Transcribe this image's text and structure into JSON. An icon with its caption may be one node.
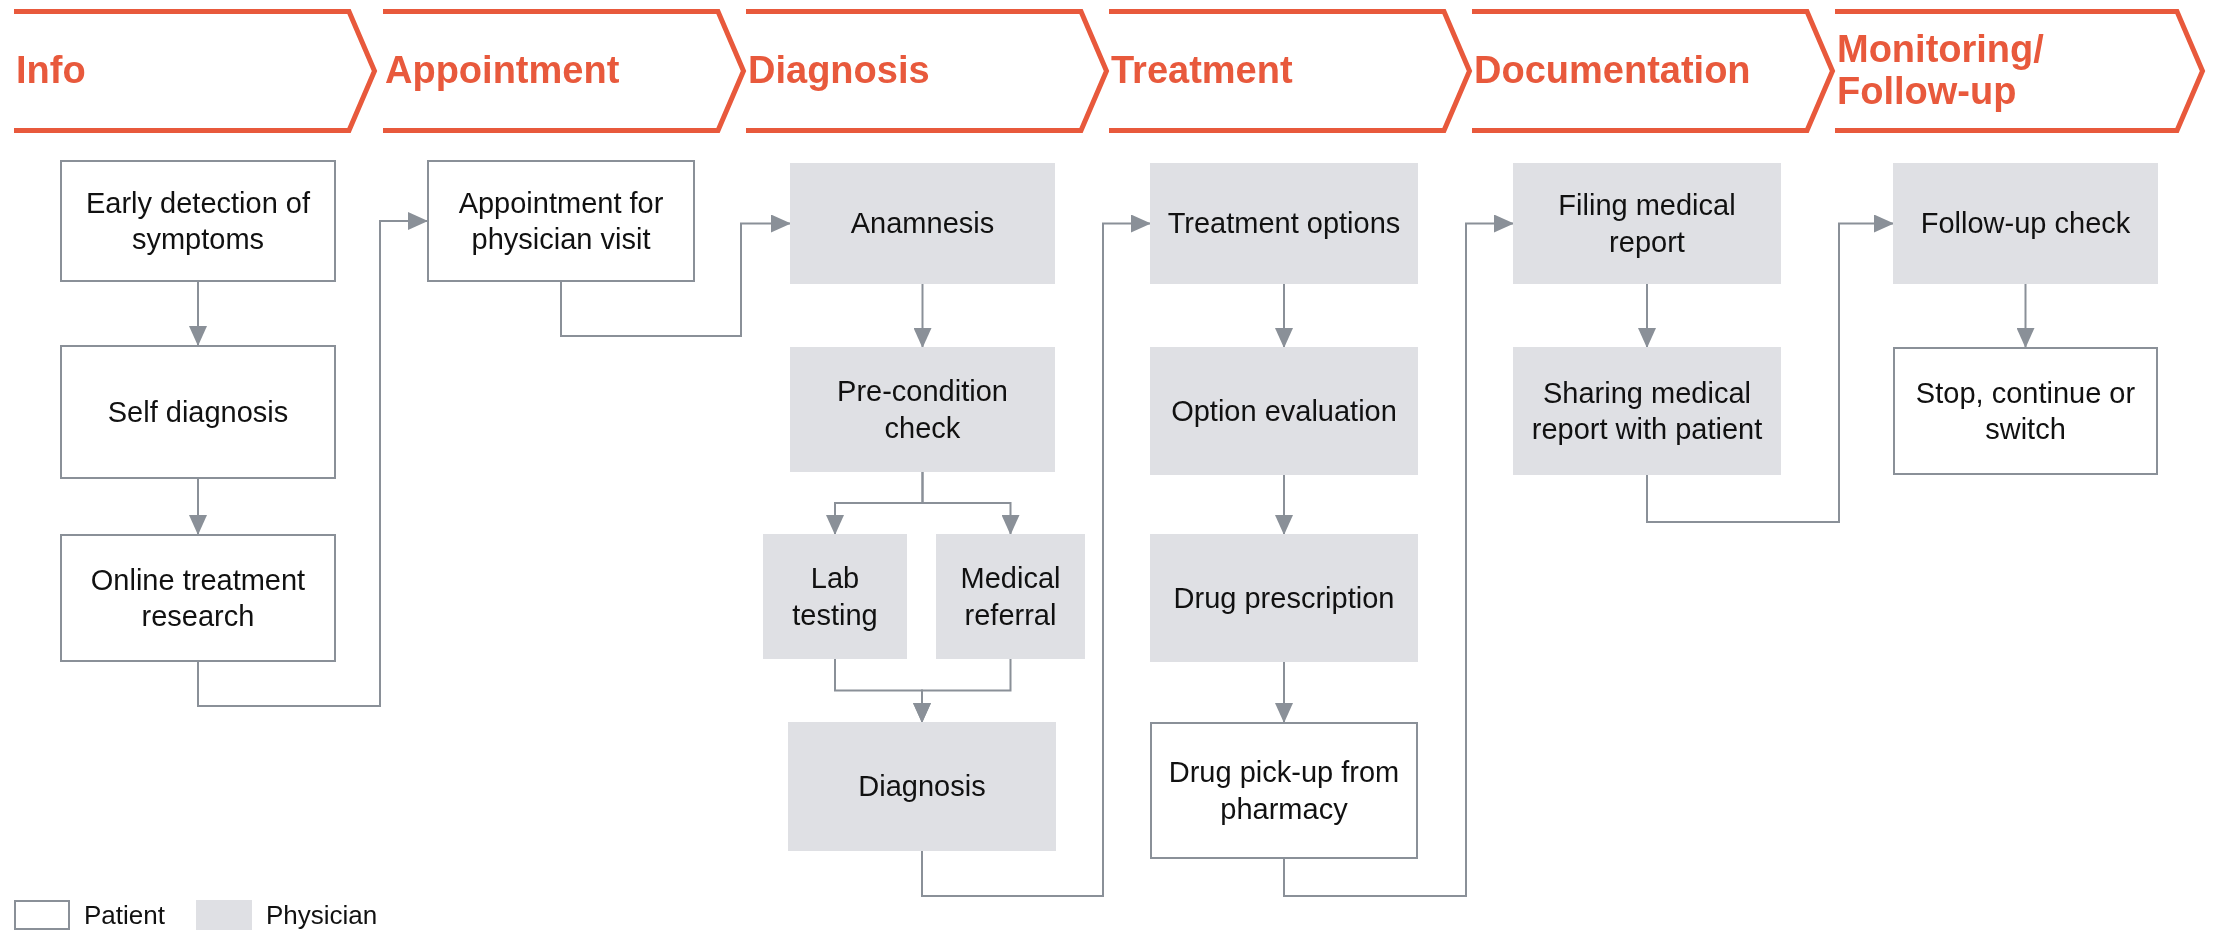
{
  "diagram": {
    "nodes": [
      {
        "text": [
          "Info"
        ]
      },
      {
        "text": [
          "Appointment"
        ]
      },
      {
        "text": [
          "Diagnosis"
        ]
      },
      {
        "text": [
          "Treatment"
        ]
      },
      {
        "text": [
          "Documentation"
        ]
      },
      {
        "text": [
          "Monitoring/ Follow-up"
        ]
      },
      {
        "text": [
          "Early detection of symptoms"
        ]
      },
      {
        "text": [
          "Self diagnosis"
        ]
      },
      {
        "text": [
          "Online treatment research"
        ]
      },
      {
        "text": [
          "Appointment for physician visit"
        ]
      },
      {
        "text": [
          "Anamnesis"
        ]
      },
      {
        "text": [
          "Pre-condition check"
        ]
      },
      {
        "text": [
          "Lab testing"
        ]
      },
      {
        "text": [
          "Medical referral"
        ]
      },
      {
        "text": [
          "Diagnosis"
        ]
      },
      {
        "text": [
          "Treatment options"
        ]
      },
      {
        "text": [
          "Option evaluation"
        ]
      },
      {
        "text": [
          "Drug prescription"
        ]
      },
      {
        "text": [
          "Drug pick-up from pharmacy"
        ]
      },
      {
        "text": [
          "Filing medical report"
        ]
      },
      {
        "text": [
          "Sharing medical report with patient"
        ]
      },
      {
        "text": [
          "Follow-up check"
        ]
      },
      {
        "text": [
          "Stop, continue or switch"
        ]
      }
    ],
    "edges": [
      {
        "from": 6,
        "to": 7,
        "arrow": "to"
      },
      {
        "from": 7,
        "to": 8,
        "arrow": "to"
      },
      {
        "from": 8,
        "to": 9,
        "arrow": "to"
      },
      {
        "from": 9,
        "to": 10,
        "arrow": "to"
      },
      {
        "from": 10,
        "to": 11,
        "arrow": "to"
      },
      {
        "from": 11,
        "to": 12,
        "arrow": "to"
      },
      {
        "from": 11,
        "to": 13,
        "arrow": "to"
      },
      {
        "from": 12,
        "to": 14,
        "arrow": "to"
      },
      {
        "from": 13,
        "to": 14,
        "arrow": "to"
      },
      {
        "from": 14,
        "to": 15,
        "arrow": "to"
      },
      {
        "from": 15,
        "to": 16,
        "arrow": "to"
      },
      {
        "from": 16,
        "to": 17,
        "arrow": "to"
      },
      {
        "from": 17,
        "to": 18,
        "arrow": "to"
      },
      {
        "from": 18,
        "to": 19,
        "arrow": "to"
      },
      {
        "from": 19,
        "to": 20,
        "arrow": "to"
      },
      {
        "from": 20,
        "to": 21,
        "arrow": "to"
      },
      {
        "from": 21,
        "to": 22,
        "arrow": "to"
      }
    ],
    "legend": [
      {
        "text": "Patient",
        "color": "#ffffff"
      },
      {
        "text": "Physician",
        "color": "#dfe0e4"
      }
    ]
  }
}
